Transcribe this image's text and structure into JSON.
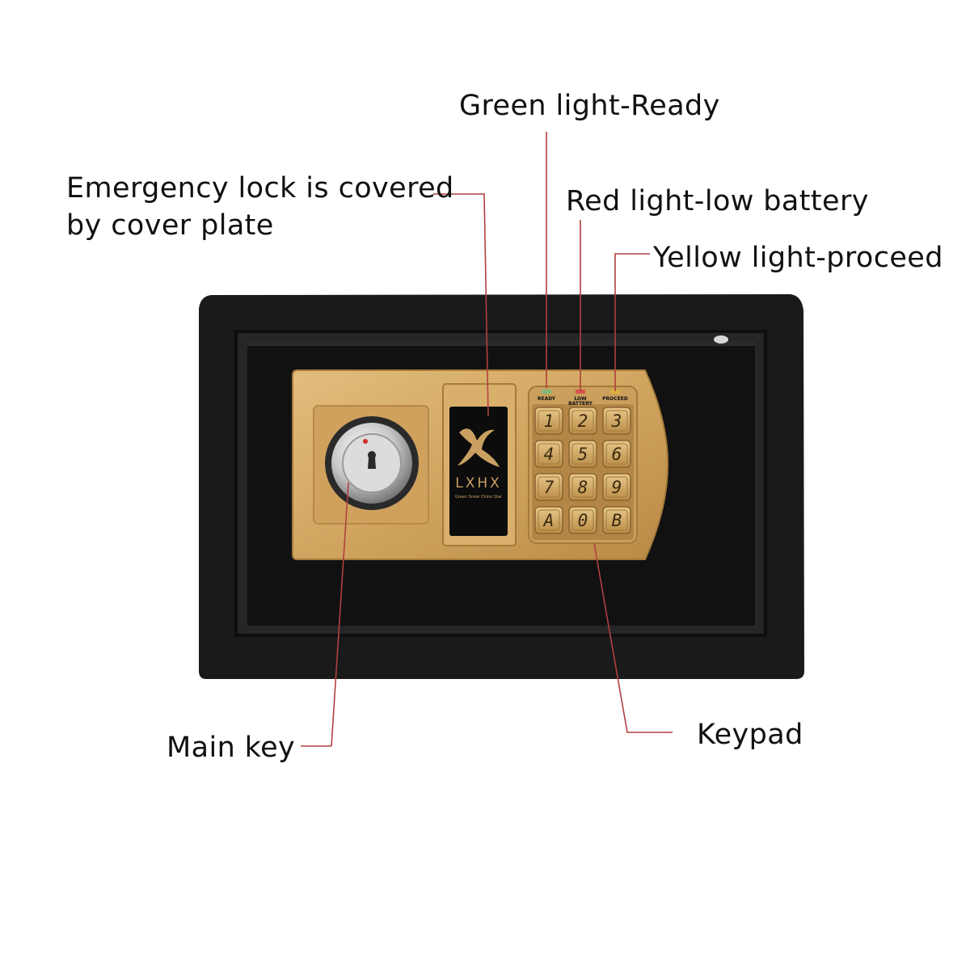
{
  "callouts": {
    "green_light": "Green light-Ready",
    "emergency_lock_line1": "Emergency lock is covered",
    "emergency_lock_line2": "by cover plate",
    "red_light": "Red light-low battery",
    "yellow_light": "Yellow light-proceed",
    "main_key": "Main key",
    "keypad": "Keypad"
  },
  "panel": {
    "indicators": [
      {
        "lines": [
          "READY"
        ],
        "color": "#7fb87a"
      },
      {
        "lines": [
          "LOW",
          "BATTERY"
        ],
        "color": "#d9534f"
      },
      {
        "lines": [
          "PROCEED"
        ],
        "color": "#e0b040"
      }
    ],
    "keys": [
      "1",
      "2",
      "3",
      "4",
      "5",
      "6",
      "7",
      "8",
      "9",
      "A",
      "0",
      "B"
    ],
    "brand": "LXHX",
    "brand_sub": "Green Snow Chino Star"
  },
  "colors": {
    "leader_line": "#b04040",
    "safe_body": "#1b1b1b",
    "panel_gold": "#d4a962"
  }
}
